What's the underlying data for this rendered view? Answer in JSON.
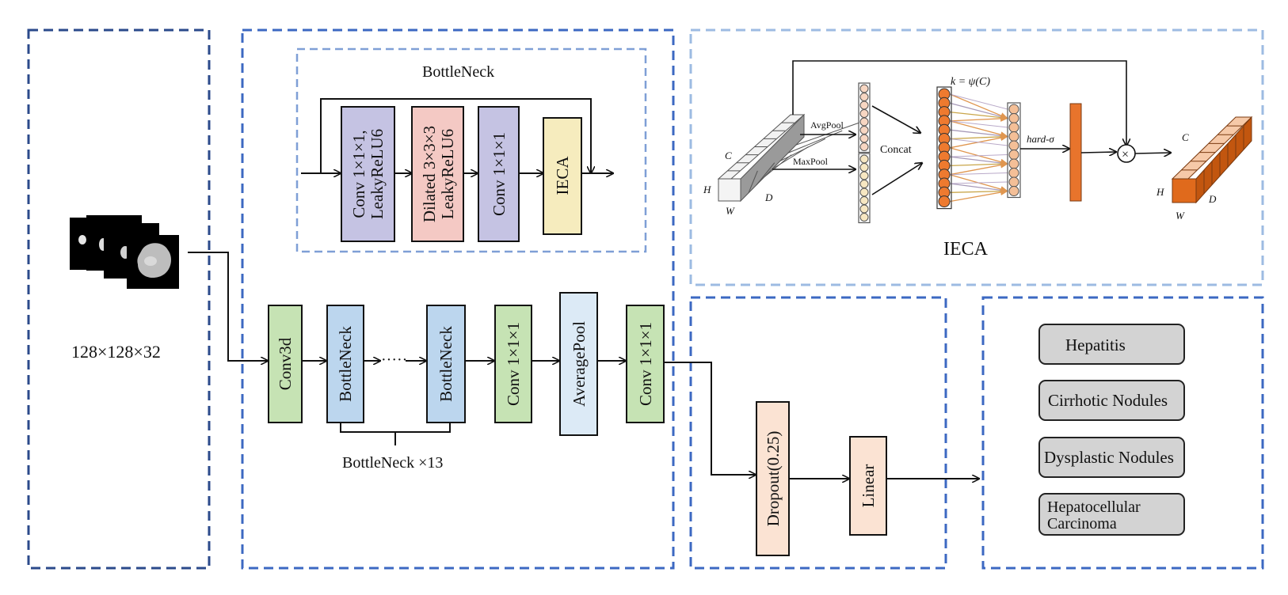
{
  "input": {
    "dims_label": "128×128×32"
  },
  "bottleneck_detail": {
    "title": "BottleNeck",
    "blocks": [
      "Conv 1×1×1,",
      "LeakyReLU6",
      "Dilated 3×3×3",
      "LeakyReLU6",
      "Conv 1×1×1",
      "IECA"
    ]
  },
  "backbone": {
    "conv3d": "Conv3d",
    "bottleneck_first": "BottleNeck",
    "ellipsis": "·····",
    "bottleneck_last": "BottleNeck",
    "conv_a": "Conv 1×1×1",
    "avgpool": "AveragePool",
    "conv_b": "Conv 1×1×1",
    "repeat_label": "BottleNeck ×13"
  },
  "ieca": {
    "title": "IECA",
    "formula": "k = ψ(C)",
    "avgpool": "AvgPool",
    "maxpool": "MaxPool",
    "concat": "Concat",
    "hard_sigma": "hard-σ",
    "multiply": "×",
    "dim_c": "C",
    "dim_h": "H",
    "dim_w": "W",
    "dim_d": "D"
  },
  "head": {
    "dropout": "Dropout(0.25)",
    "linear": "Linear"
  },
  "classes": [
    "Hepatitis",
    "Cirrhotic Nodules",
    "Dysplastic Nodules",
    "Hepatocellular",
    "Carcinoma"
  ],
  "colors": {
    "dark_dash": "#2b4a8b",
    "mid_dash": "#3c68c2",
    "light_dash": "#9dbbe2",
    "conv1_purple": "#c5c3e3",
    "dilated_pink": "#f4c9c4",
    "ieca_yellow": "#f6ecbe",
    "conv3d_green": "#c6e3b4",
    "bottleneck_blue": "#bcd6ee",
    "avgpool_blue": "#dceaf6",
    "head_peach": "#fbe3d3",
    "class_gray": "#d3d3d3",
    "orange": "#e8742c"
  }
}
